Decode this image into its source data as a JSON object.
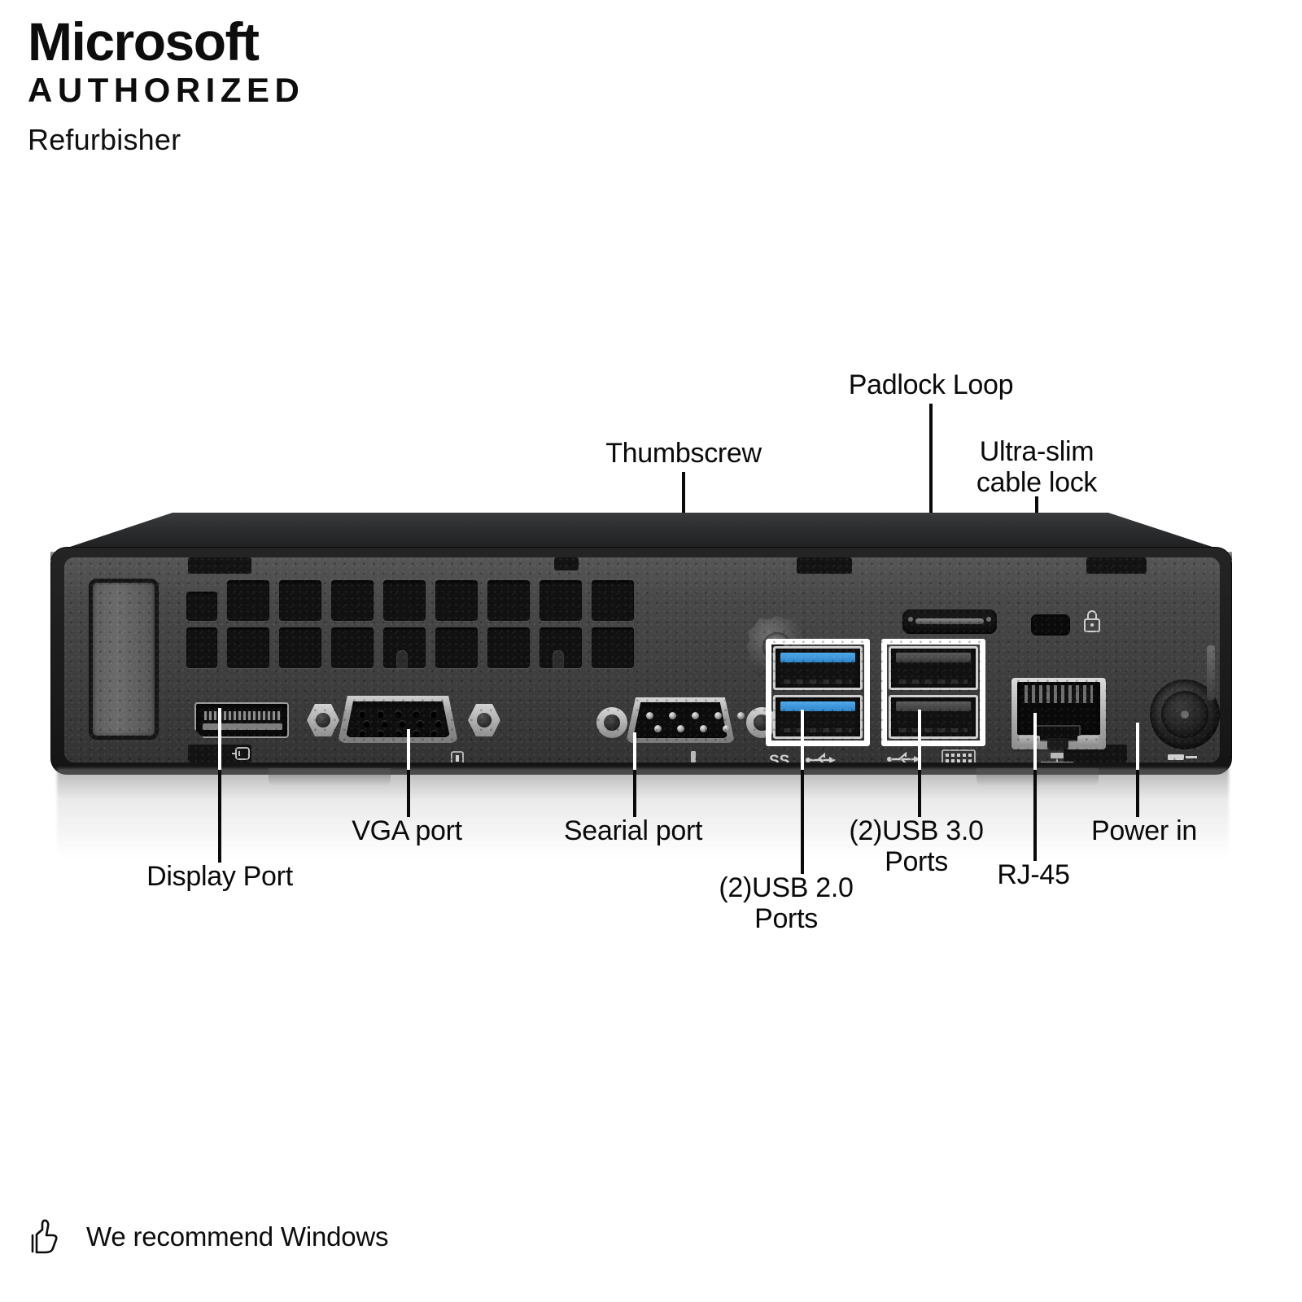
{
  "header": {
    "line1": "Microsoft",
    "line2": "AUTHORIZED",
    "line3": "Refurbisher"
  },
  "footer": {
    "icon": "thumbs-up-icon",
    "text": "We recommend Windows"
  },
  "product": {
    "description": "Rear I/O panel of an ultra-slim desktop mini PC",
    "chassis_color": "#3f3f3f",
    "accent_usb3_color": "#3f92d8",
    "highlight_color": "#ffffff"
  },
  "callouts": [
    {
      "id": "thumbscrew",
      "label": "Thumbscrew",
      "position": "top"
    },
    {
      "id": "padlock-loop",
      "label": "Padlock Loop",
      "position": "top"
    },
    {
      "id": "cable-lock",
      "label": "Ultra-slim\ncable lock",
      "position": "top"
    },
    {
      "id": "display-port",
      "label": "Display Port",
      "position": "bottom"
    },
    {
      "id": "vga-port",
      "label": "VGA port",
      "position": "bottom"
    },
    {
      "id": "serial-port",
      "label": "Searial port",
      "position": "bottom"
    },
    {
      "id": "usb2-ports",
      "label": "(2)USB 2.0\nPorts",
      "position": "bottom"
    },
    {
      "id": "usb3-ports",
      "label": "(2)USB 3.0\nPorts",
      "position": "bottom"
    },
    {
      "id": "rj45",
      "label": "RJ-45",
      "position": "bottom"
    },
    {
      "id": "power-in",
      "label": "Power in",
      "position": "bottom"
    }
  ],
  "ports": {
    "display_port": {
      "name": "DisplayPort",
      "count": 1,
      "icon": "displayport-icon"
    },
    "vga_port": {
      "name": "VGA port",
      "count": 1,
      "icon": "vga-icon"
    },
    "serial_port": {
      "name": "Serial port",
      "count": 1,
      "icon": "serial-icon"
    },
    "usb3_ports": {
      "name": "USB 3.0 Ports",
      "count": 2,
      "icon": "usb-ss-icon",
      "color": "#3f92d8"
    },
    "usb2_ports": {
      "name": "USB 2.0 Ports",
      "count": 2,
      "icon": "usb-icon",
      "color": "#4a4a4a"
    },
    "rj45_port": {
      "name": "RJ-45",
      "count": 1,
      "icon": "network-icon"
    },
    "power_jack": {
      "name": "Power in",
      "count": 1,
      "icon": "power-icon"
    },
    "padlock_loop": {
      "name": "Padlock Loop",
      "count": 1,
      "icon": "padlock-loop-icon"
    },
    "cable_lock": {
      "name": "Ultra-slim cable lock",
      "count": 1,
      "icon": "lock-icon"
    },
    "thumbscrew": {
      "name": "Thumbscrew",
      "count": 1,
      "icon": "thumbscrew-icon"
    }
  }
}
